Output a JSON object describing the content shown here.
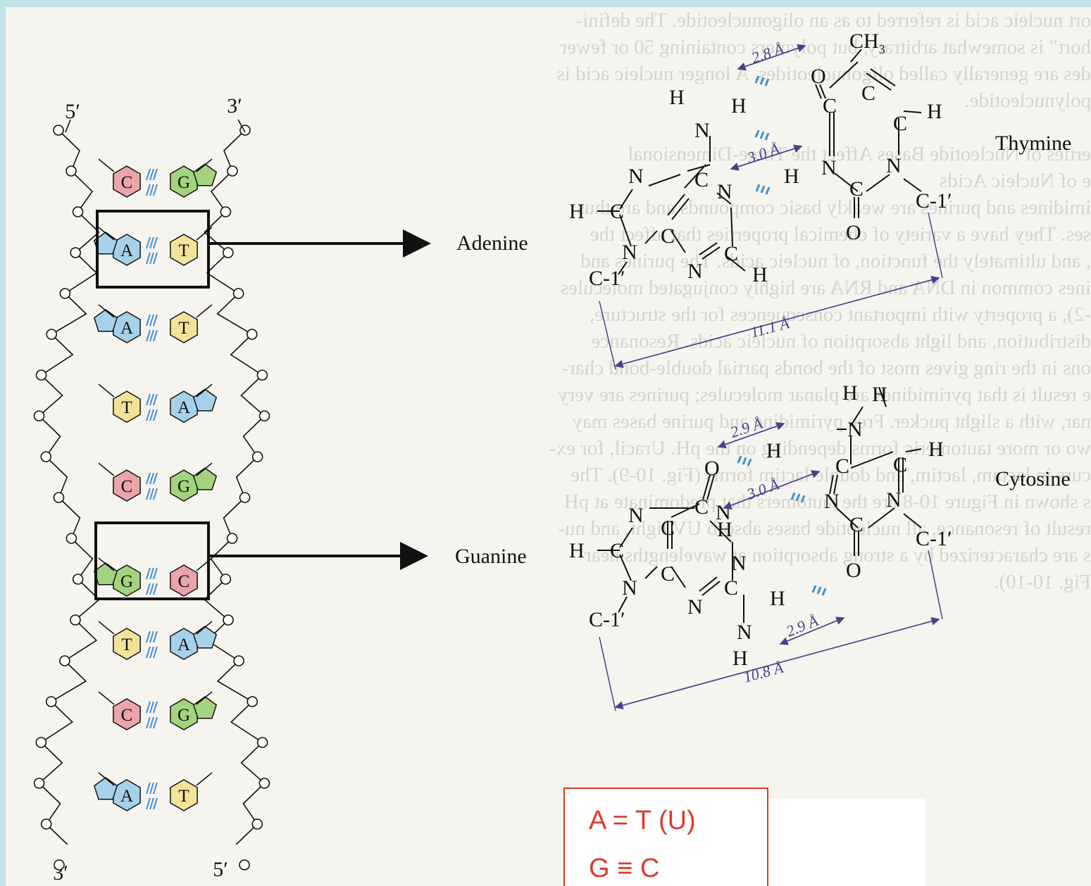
{
  "helix": {
    "strand_top_left": "5′",
    "strand_top_right": "3′",
    "strand_bottom_left": "3′",
    "strand_bottom_right": "5′",
    "pairs": [
      {
        "left": "C",
        "right": "G"
      },
      {
        "left": "A",
        "right": "T"
      },
      {
        "left": "A",
        "right": "T"
      },
      {
        "left": "T",
        "right": "A"
      },
      {
        "left": "C",
        "right": "G"
      },
      {
        "left": "G",
        "right": "C"
      },
      {
        "left": "T",
        "right": "A"
      },
      {
        "left": "C",
        "right": "G"
      },
      {
        "left": "A",
        "right": "T"
      }
    ],
    "colors": {
      "C": "#e9a5a8",
      "G": "#a4d37f",
      "A": "#a6d1ea",
      "T": "#f2e39a"
    }
  },
  "at_pair": {
    "purine_name": "Adenine",
    "pyrimidine_name": "Thymine",
    "distances": [
      "2.8 Å",
      "3.0 Å",
      "11.1 Å"
    ],
    "methyl": "CH",
    "methyl_sub": "3",
    "attach_left": "C-1′",
    "attach_right": "C-1′"
  },
  "gc_pair": {
    "purine_name": "Guanine",
    "pyrimidine_name": "Cytosine",
    "distances": [
      "2.9 Å",
      "3.0 Å",
      "2.9 Å",
      "10.8 Å"
    ],
    "attach_left": "C-1′",
    "attach_right": "C-1′"
  },
  "rules": {
    "line1": "A = T (U)",
    "line2": "G ≡ C"
  },
  "background_text": "ort nucleic acid is referred to as an oligonucleotide. The defini-\nhort” is somewhat arbitrary, but polymers containing 50 or fewer\ndes are generally called oligonucleotides. A longer nucleic acid is\npolynucleotide.\n\nerties of Nucleotide Bases Affect the Three-Dimensional\ne of Nucleic Acids\nimidines and purines are weakly basic compounds and are thus\nses. They have a variety of chemical properties that affect the\n, and ultimately the function, of nucleic acids. The purines and\nines common in DNA and RNA are highly conjugated molecules\n-2), a property with important consequences for the structure,\ndistribution, and light absorption of nucleic acids. Resonance\nons in the ring gives most of the bonds partial double-bond char-\ne result is that pyrimidines are planar molecules; purines are very\nnar, with a slight pucker. Free pyrimidine and purine bases may\nwo or more tautomeric forms depending on the pH. Uracil, for ex-\ncurs in lactam, lactim, and double lactim forms (Fig. 10-9). The\ns shown in Figure 10-8 are the tautomers that predominate at pH\nresult of resonance, all nucleotide bases absorb UV light, and nu-\ns are characterized by a strong absorption at wavelengths near\nFig. 10-10)."
}
